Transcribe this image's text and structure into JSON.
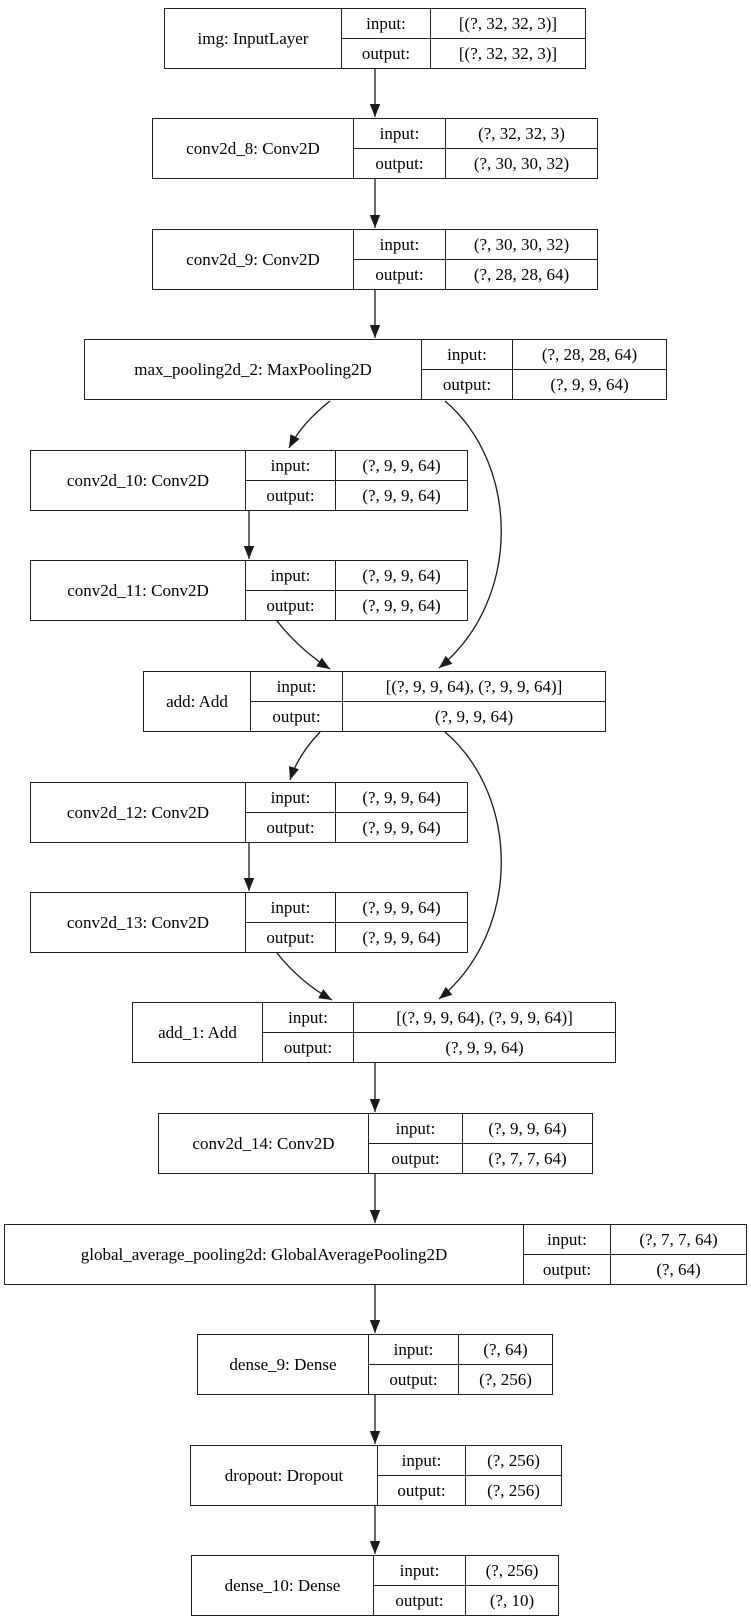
{
  "diagram": {
    "kind": "keras-model-architecture",
    "colors": {
      "background": "#ffffff",
      "line": "#1a1a1a",
      "node_fill": "#ffffff",
      "text": "#000000"
    },
    "io_labels": {
      "input": "input:",
      "output": "output:"
    },
    "nodes": [
      {
        "id": "img",
        "name": "img: InputLayer",
        "input": "[(?, 32, 32, 3)]",
        "output": "[(?, 32, 32, 3)]"
      },
      {
        "id": "conv2d_8",
        "name": "conv2d_8: Conv2D",
        "input": "(?, 32, 32, 3)",
        "output": "(?, 30, 30, 32)"
      },
      {
        "id": "conv2d_9",
        "name": "conv2d_9: Conv2D",
        "input": "(?, 30, 30, 32)",
        "output": "(?, 28, 28, 64)"
      },
      {
        "id": "max_pooling2d_2",
        "name": "max_pooling2d_2: MaxPooling2D",
        "input": "(?, 28, 28, 64)",
        "output": "(?, 9, 9, 64)"
      },
      {
        "id": "conv2d_10",
        "name": "conv2d_10: Conv2D",
        "input": "(?, 9, 9, 64)",
        "output": "(?, 9, 9, 64)"
      },
      {
        "id": "conv2d_11",
        "name": "conv2d_11: Conv2D",
        "input": "(?, 9, 9, 64)",
        "output": "(?, 9, 9, 64)"
      },
      {
        "id": "add",
        "name": "add: Add",
        "input": "[(?, 9, 9, 64), (?, 9, 9, 64)]",
        "output": "(?, 9, 9, 64)"
      },
      {
        "id": "conv2d_12",
        "name": "conv2d_12: Conv2D",
        "input": "(?, 9, 9, 64)",
        "output": "(?, 9, 9, 64)"
      },
      {
        "id": "conv2d_13",
        "name": "conv2d_13: Conv2D",
        "input": "(?, 9, 9, 64)",
        "output": "(?, 9, 9, 64)"
      },
      {
        "id": "add_1",
        "name": "add_1: Add",
        "input": "[(?, 9, 9, 64), (?, 9, 9, 64)]",
        "output": "(?, 9, 9, 64)"
      },
      {
        "id": "conv2d_14",
        "name": "conv2d_14: Conv2D",
        "input": "(?, 9, 9, 64)",
        "output": "(?, 7, 7, 64)"
      },
      {
        "id": "global_average_pooling2d",
        "name": "global_average_pooling2d: GlobalAveragePooling2D",
        "input": "(?, 7, 7, 64)",
        "output": "(?, 64)"
      },
      {
        "id": "dense_9",
        "name": "dense_9: Dense",
        "input": "(?, 64)",
        "output": "(?, 256)"
      },
      {
        "id": "dropout",
        "name": "dropout: Dropout",
        "input": "(?, 256)",
        "output": "(?, 256)"
      },
      {
        "id": "dense_10",
        "name": "dense_10: Dense",
        "input": "(?, 256)",
        "output": "(?, 10)"
      }
    ],
    "edges": [
      {
        "from": "img",
        "to": "conv2d_8"
      },
      {
        "from": "conv2d_8",
        "to": "conv2d_9"
      },
      {
        "from": "conv2d_9",
        "to": "max_pooling2d_2"
      },
      {
        "from": "max_pooling2d_2",
        "to": "conv2d_10"
      },
      {
        "from": "max_pooling2d_2",
        "to": "add"
      },
      {
        "from": "conv2d_10",
        "to": "conv2d_11"
      },
      {
        "from": "conv2d_11",
        "to": "add"
      },
      {
        "from": "add",
        "to": "conv2d_12"
      },
      {
        "from": "add",
        "to": "add_1"
      },
      {
        "from": "conv2d_12",
        "to": "conv2d_13"
      },
      {
        "from": "conv2d_13",
        "to": "add_1"
      },
      {
        "from": "add_1",
        "to": "conv2d_14"
      },
      {
        "from": "conv2d_14",
        "to": "global_average_pooling2d"
      },
      {
        "from": "global_average_pooling2d",
        "to": "dense_9"
      },
      {
        "from": "dense_9",
        "to": "dropout"
      },
      {
        "from": "dropout",
        "to": "dense_10"
      }
    ]
  }
}
